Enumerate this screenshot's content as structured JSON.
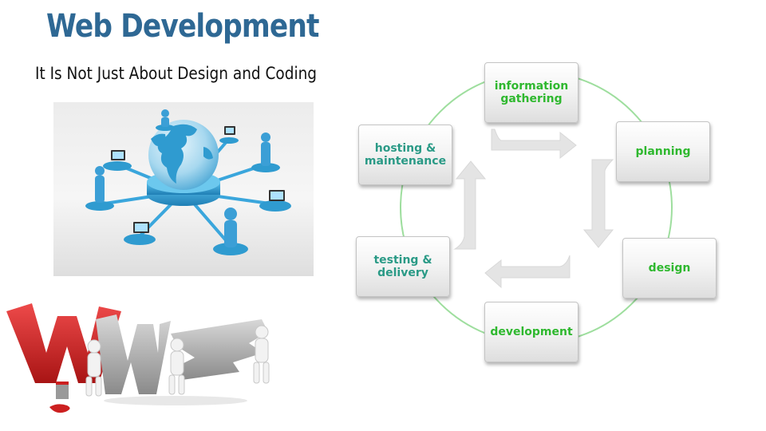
{
  "header": {
    "title": "Web Development",
    "subtitle": "It Is Not Just About Design and Coding"
  },
  "colors": {
    "title": "#2e6894",
    "stage_green": "#2fb82f",
    "stage_teal": "#2a9a86",
    "ring": "#9ede9e",
    "arrow": "#e4e4e4",
    "globe_blue": "#2f9bd0",
    "www_red": "#d82a2a"
  },
  "images": {
    "network": "globe-network-illustration",
    "www": "www-letters-3d-figures-illustration"
  },
  "cycle": {
    "stages": [
      {
        "id": "info",
        "label": "information\ngathering"
      },
      {
        "id": "plan",
        "label": "planning"
      },
      {
        "id": "design",
        "label": "design"
      },
      {
        "id": "dev",
        "label": "development"
      },
      {
        "id": "test",
        "label": "testing &\ndelivery"
      },
      {
        "id": "host",
        "label": "hosting &\nmaintenance"
      }
    ]
  }
}
